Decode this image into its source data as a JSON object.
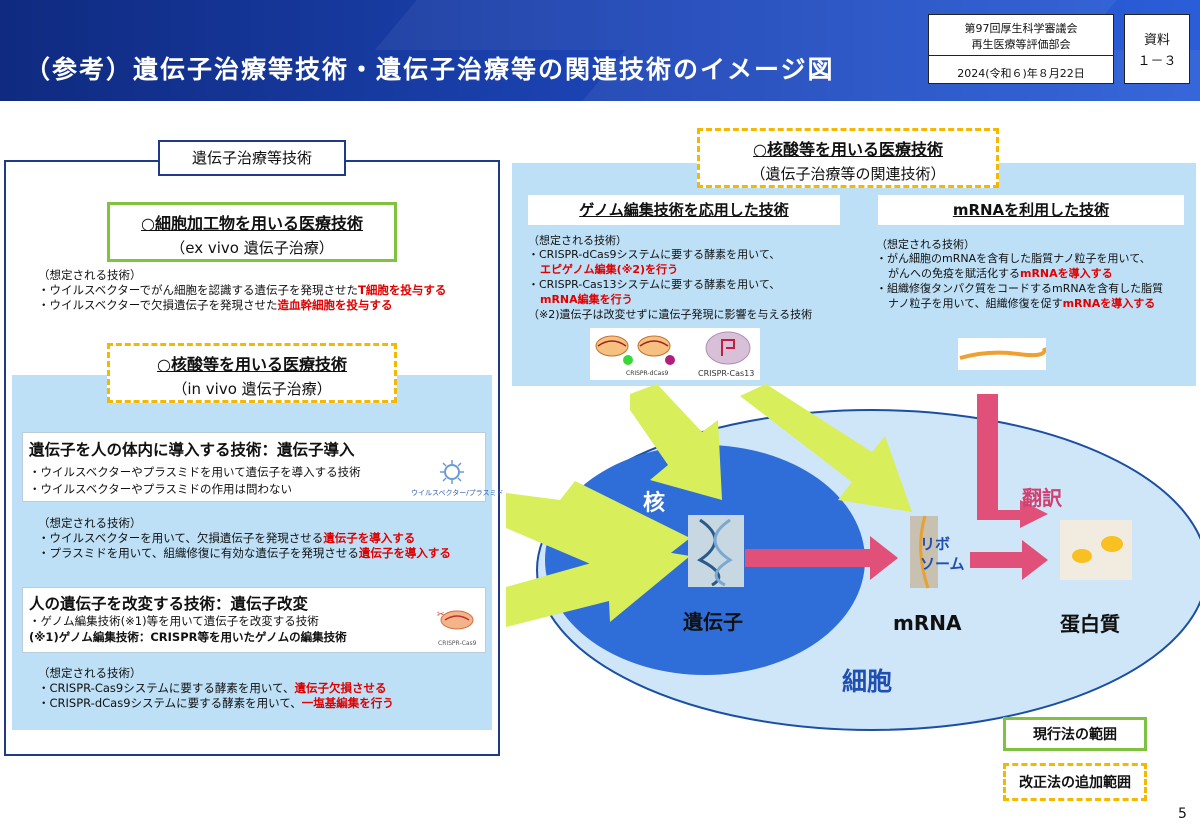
{
  "header": {
    "title": "（参考）遺伝子治療等技術・遺伝子治療等の関連技術のイメージ図",
    "meeting_line1": "第97回厚生科学審議会",
    "meeting_line2": "再生医療等評価部会",
    "date": "2024(令和６)年８月22日",
    "doc_label": "資料",
    "doc_number": "１－３"
  },
  "left": {
    "section_title": "遺伝子治療等技術",
    "exvivo": {
      "title": "○細胞加工物を用いる医療技術",
      "subtitle": "（ex vivo 遺伝子治療）",
      "assumed": "（想定される技術）",
      "b1_pre": "・ウイルスベクターでがん細胞を認識する遺伝子を発現させた",
      "b1_red": "T細胞を投与する",
      "b2_pre": "・ウイルスベクターで欠損遺伝子を発現させた",
      "b2_red": "造血幹細胞を投与する"
    },
    "invivo": {
      "title": "○核酸等を用いる医療技術",
      "subtitle": "（in vivo 遺伝子治療）"
    },
    "gene_intro": {
      "title": "遺伝子を人の体内に導入する技術：遺伝子導入",
      "b1": "・ウイルスベクターやプラスミドを用いて遺伝子を導入する技術",
      "b2": "・ウイルスベクターやプラスミドの作用は問わない",
      "icon_caption": "ウイルスベクター/プラスミド",
      "assumed": "（想定される技術）",
      "c1_pre": "・ウイルスベクターを用いて、欠損遺伝子を発現させる",
      "c1_red": "遺伝子を導入する",
      "c2_pre": "・プラスミドを用いて、組織修復に有効な遺伝子を発現させる",
      "c2_red": "遺伝子を導入する"
    },
    "gene_mod": {
      "title": "人の遺伝子を改変する技術：遺伝子改変",
      "b1": "・ゲノム編集技術(※1)等を用いて遺伝子を改変する技術",
      "b2": "(※1)ゲノム編集技術：CRISPR等を用いたゲノムの編集技術",
      "icon_caption": "CRISPR-Cas9",
      "assumed": "（想定される技術）",
      "c1_pre": "・CRISPR-Cas9システムに要する酵素を用いて、",
      "c1_red": "遺伝子欠損させる",
      "c2_pre": "・CRISPR-dCas9システムに要する酵素を用いて、",
      "c2_red": "一塩基編集を行う"
    }
  },
  "right": {
    "header_title": "○核酸等を用いる医療技術",
    "header_sub": "（遺伝子治療等の関連技術）",
    "genome": {
      "title": "ゲノム編集技術を応用した技術",
      "assumed": "（想定される技術）",
      "l1": "・CRISPR-dCas9システムに要する酵素を用いて、",
      "l2_red": "エピゲノム編集(※2)を行う",
      "l3": "・CRISPR-Cas13システムに要する酵素を用いて、",
      "l4_red": "mRNA編集を行う",
      "l5": "（※2)遺伝子は改変せずに遺伝子発現に影響を与える技術",
      "cap1": "CRISPR-dCas9",
      "cap2": "CRISPR-Cas13"
    },
    "mrna": {
      "title": "mRNAを利用した技術",
      "assumed": "（想定される技術）",
      "l1": "・がん細胞のmRNAを含有した脂質ナノ粒子を用いて、",
      "l2_pre": "がんへの免疫を賦活化する",
      "l2_red": "mRNAを導入する",
      "l3": "・組織修復タンパク質をコードするmRNAを含有した脂質",
      "l4_pre": "ナノ粒子を用いて、組織修復を促す",
      "l4_red": "mRNAを導入する"
    }
  },
  "diagram": {
    "nucleus": "核",
    "gene": "遺伝子",
    "mrna": "mRNA",
    "ribosome": "リボ\nソーム",
    "translation": "翻訳",
    "protein": "蛋白質",
    "cell": "細胞"
  },
  "legend": {
    "current": "現行法の範囲",
    "amended": "改正法の追加範囲"
  },
  "page_number": "5",
  "colors": {
    "header": "#1d46b8",
    "green": "#7fc240",
    "gold": "#f5b800",
    "panel": "#bde0f7",
    "arrow_lime": "#d8ee5a",
    "arrow_red": "#e05078",
    "cell": "#cfe5f8",
    "nucleus": "#2f6ed8"
  }
}
